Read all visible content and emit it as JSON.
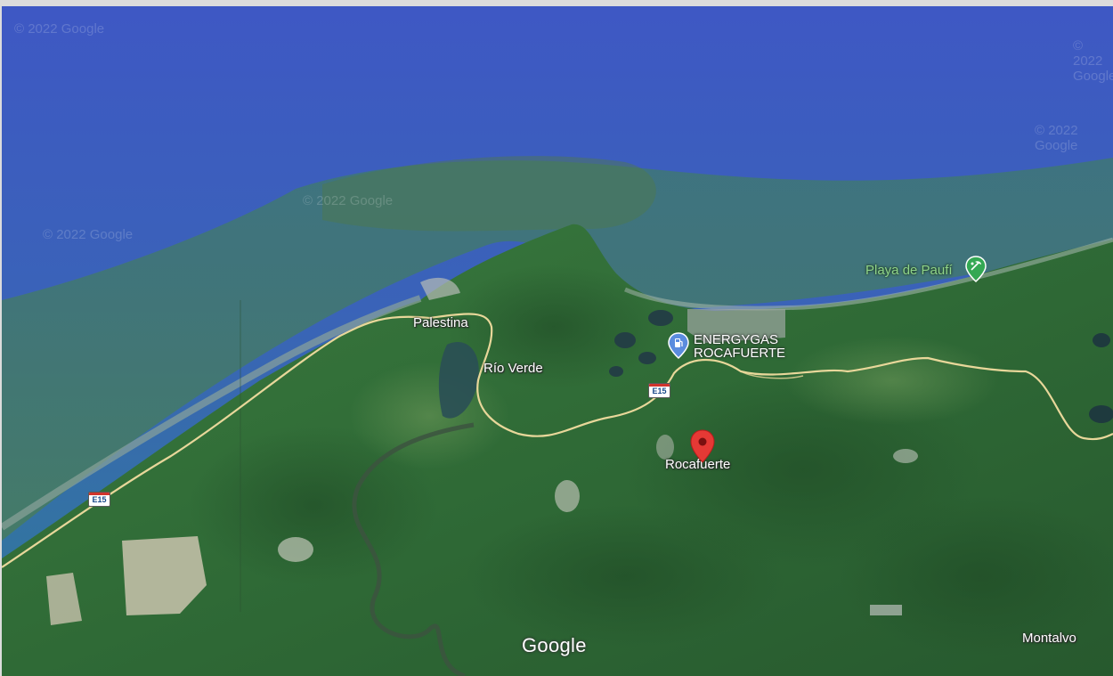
{
  "map": {
    "watermark_text": "© 2022 Google",
    "google_logo": "Google",
    "colors": {
      "sea_deep": "#3f5fc7",
      "sea_shallow": "#3f7d8a",
      "land": "#2f6b3a",
      "road": "#e8d79a",
      "pin": "#e53935",
      "gas_poi": "#5b8cde",
      "park_poi": "#34a853"
    },
    "places": [
      {
        "name": "Palestina"
      },
      {
        "name": "Río Verde"
      },
      {
        "name": "Rocafuerte"
      },
      {
        "name": "Montalvo"
      }
    ],
    "pois": {
      "gas_station": {
        "line1": "ENERGYGAS",
        "line2": "ROCAFUERTE",
        "icon": "gas-station-icon"
      },
      "beach": {
        "label": "Playa de Paufí",
        "icon": "beach-icon"
      }
    },
    "road_shields": [
      "E15",
      "E15"
    ],
    "pin": {
      "label": "Rocafuerte",
      "icon": "map-pin-icon"
    }
  }
}
